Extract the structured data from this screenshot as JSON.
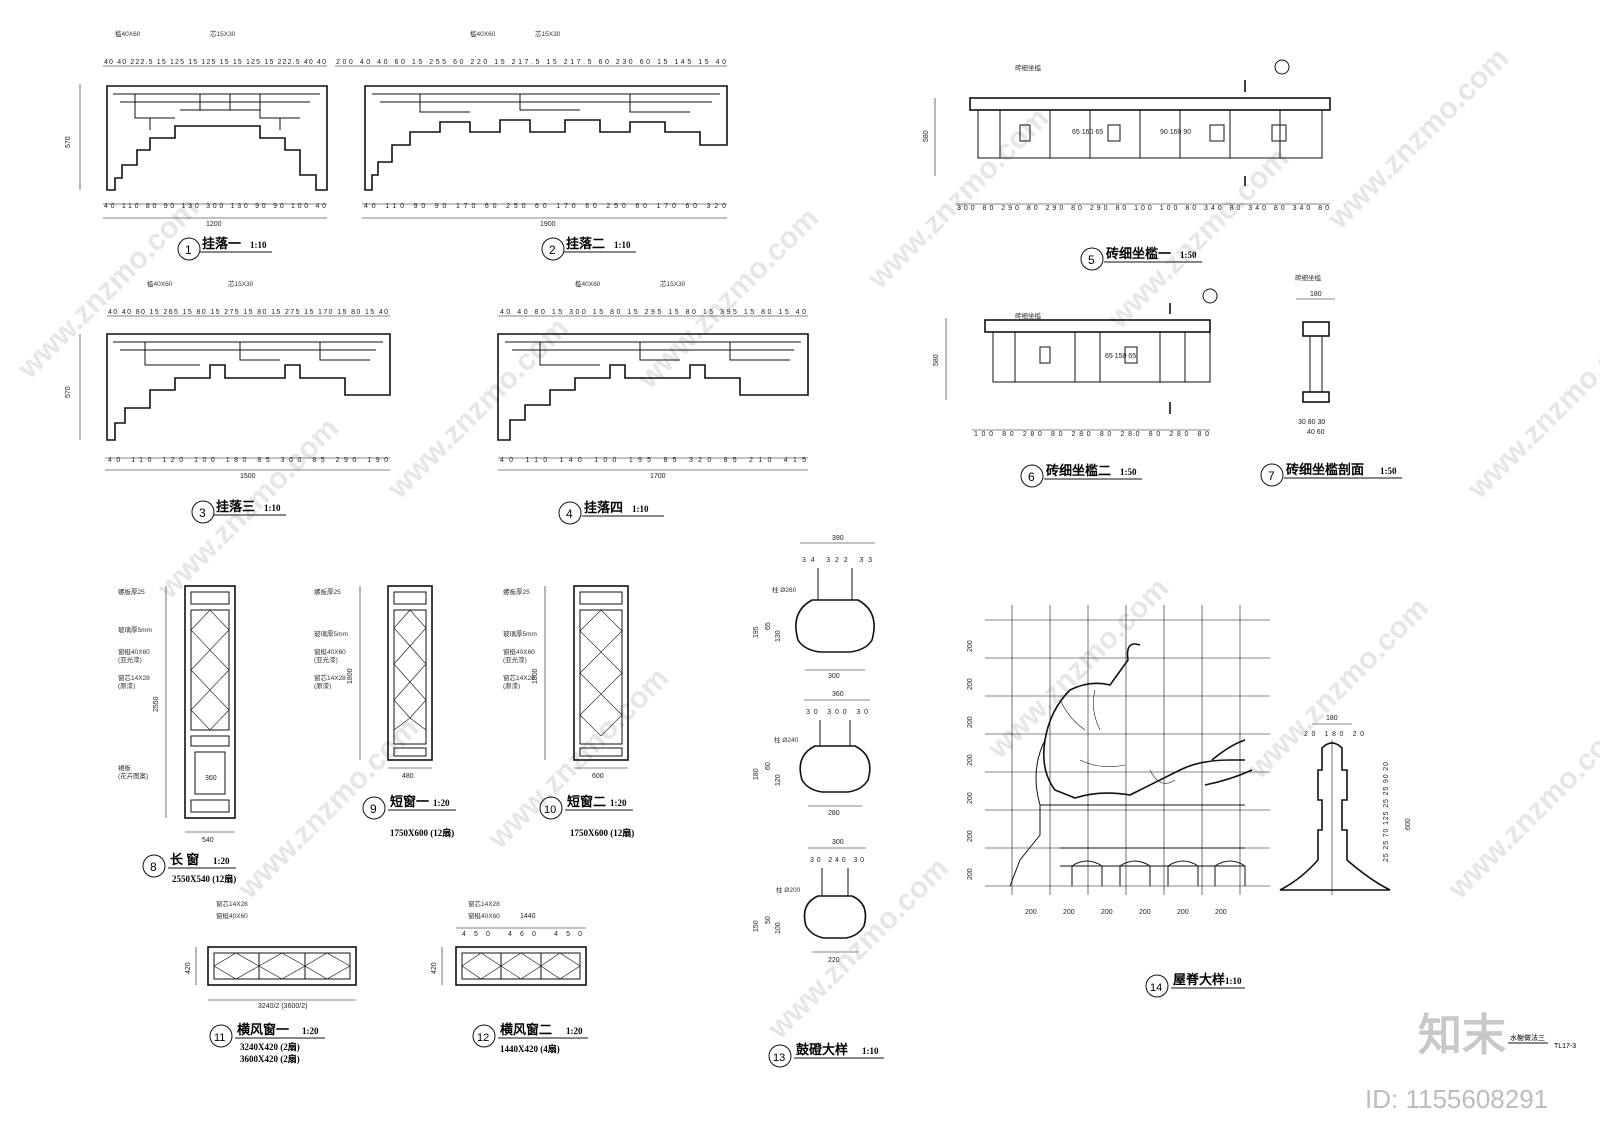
{
  "details": [
    {
      "num": "1",
      "title": "挂落一",
      "scale": "1:10",
      "overall": "1200",
      "top_dims": "40 40 222.5 15 125 15 125 15 15 125 15 222.5 40 40",
      "bottom_dims": "40 110 80 90 130 300 130 90 90 100 40",
      "note1": "槛40X60",
      "note2": "芯15X30",
      "height": "570"
    },
    {
      "num": "2",
      "title": "挂落二",
      "scale": "1:10",
      "overall": "1900",
      "top_dims": "200 40 40 60 15 255 60 220 15 217.5 15 217.5 60 230 60 15 145 15 40",
      "bottom_dims": "40 110 90 90 170 60 250 60 170 60 250 60 170 60 320",
      "note1": "槛40X60",
      "note2": "芯15X30"
    },
    {
      "num": "3",
      "title": "挂落三",
      "scale": "1:10",
      "overall": "1500",
      "top_dims": "40 40 80 15 265 15 80 15 275 15 80 15 275 15 170 15 80 15 40",
      "bottom_dims": "40 110 120 100 180 85 300 85 290 190",
      "note1": "槛40X60",
      "note2": "芯15X30",
      "height": "570"
    },
    {
      "num": "4",
      "title": "挂落四",
      "scale": "1:10",
      "overall": "1700",
      "top_dims": "40 40 80 15 300 15 80 15 295 15 80 15 395 15 80 15 40",
      "bottom_dims": "40 110 140 100 195 85 320 85 210 415",
      "note1": "槛40X60",
      "note2": "芯15X30"
    },
    {
      "num": "5",
      "title": "砖细坐槛一",
      "scale": "1:50",
      "bottom_dims": "300 80 290 80 290 80 290 80 100 100 80 340 80 340 80 340 80",
      "mid_dims": "65 160 65",
      "mid_dims2": "90 160 90",
      "height": "580",
      "note1": "砖细坐槛"
    },
    {
      "num": "6",
      "title": "砖细坐槛二",
      "scale": "1:50",
      "bottom_dims": "100 80 280 80 280 80 280 80 280 80",
      "mid_dims": "65 150 65",
      "height": "580",
      "note1": "砖细坐槛"
    },
    {
      "num": "7",
      "title": "砖细坐槛剖面",
      "scale": "1:50",
      "top_dim": "180",
      "bottom_dims": "30 80 30",
      "bottom_dims2": "40 60",
      "note1": "砖细坐槛"
    },
    {
      "num": "8",
      "title": "长  窗",
      "scale": "1:20",
      "sub": "2550X540 (12扇)",
      "width": "540",
      "inner": "360",
      "height": "2550",
      "labels": [
        "螺板厚25",
        "玻璃厚5mm",
        "窗梃40X60",
        "(亚光漆)",
        "窗芯14X28",
        "(原漆)",
        "裙板",
        "(花卉图案)"
      ]
    },
    {
      "num": "9",
      "title": "短窗一",
      "scale": "1:20",
      "sub": "1750X600 (12扇)",
      "width": "480",
      "height": "1800",
      "labels": [
        "螺板厚25",
        "玻璃厚5mm",
        "窗梃40X60",
        "(亚光漆)",
        "窗芯14X28",
        "(原漆)"
      ]
    },
    {
      "num": "10",
      "title": "短窗二",
      "scale": "1:20",
      "sub": "1750X600 (12扇)",
      "width": "600",
      "height": "1800",
      "labels": [
        "螺板厚25",
        "玻璃厚5mm",
        "窗梃40X60",
        "(亚光漆)",
        "窗芯14X28",
        "(原漆)"
      ]
    },
    {
      "num": "11",
      "title": "横风窗一",
      "scale": "1:20",
      "sub1": "3240X420 (2扇)",
      "sub2": "3600X420 (2扇)",
      "width": "3240/2 (3600/2)",
      "height": "420",
      "note1": "窗芯14X28",
      "note2": "窗梃40X60"
    },
    {
      "num": "12",
      "title": "横风窗二",
      "scale": "1:20",
      "sub": "1440X420  (4扇)",
      "overall": "1440",
      "top_dims": "450 460 450",
      "height": "420",
      "note1": "窗芯14X28",
      "note2": "窗梃40X60"
    },
    {
      "num": "13",
      "title": "鼓磴大样",
      "scale": "1:10",
      "d1": {
        "top": "390",
        "parts": "34 322 33",
        "col": "柱 Ø260",
        "h": "195",
        "h1": "65",
        "h2": "130",
        "base": "300"
      },
      "d2": {
        "top": "360",
        "parts": "30 300 30",
        "col": "柱 Ø240",
        "h": "180",
        "h1": "60",
        "h2": "120",
        "base": "280"
      },
      "d3": {
        "top": "300",
        "parts": "30 240 30",
        "col": "柱 Ø200",
        "h": "150",
        "h1": "50",
        "h2": "100",
        "base": "220"
      }
    },
    {
      "num": "14",
      "title": "屋脊大样",
      "scale": "1:10",
      "grid": "200",
      "post_top": "180",
      "post_parts": "20 180 20",
      "post_dims": "25 25 70 125 25 25 90 20",
      "post_h": "600"
    }
  ],
  "footer": {
    "sheet_title": "水榭做法三",
    "sheet_no": "TL17-3",
    "wm_logo": "知末",
    "id_text": "ID: 1155608291"
  },
  "watermark": "www.znzmo.com"
}
